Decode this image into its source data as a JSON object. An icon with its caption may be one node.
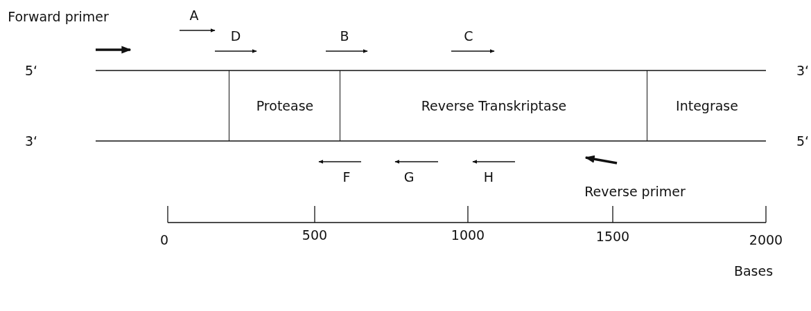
{
  "diagram": {
    "nodes": [
      {
        "text": [
          "Protease"
        ]
      },
      {
        "text": [
          "Reverse Transkriptase"
        ]
      },
      {
        "text": [
          "Integrase"
        ]
      }
    ],
    "labels": [
      "Forward primer",
      "A",
      "D",
      "B",
      "C",
      "5‘",
      "3‘",
      "3‘",
      "5‘",
      "F",
      "G",
      "H",
      "Reverse primer",
      "0",
      "500",
      "1000",
      "1500",
      "2000",
      "Bases"
    ]
  }
}
